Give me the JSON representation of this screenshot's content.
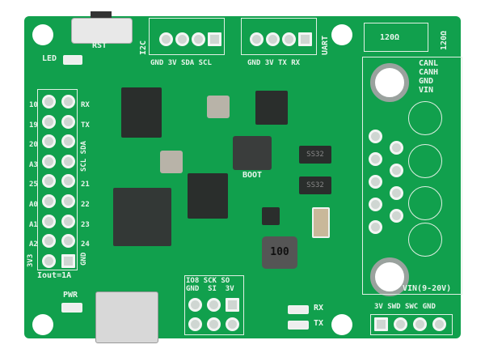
{
  "board": {
    "color": "#11a04d",
    "silkscreen_color": "#e9f5ec"
  },
  "labels": {
    "rst": "RST",
    "led": "LED",
    "i2c": "I2C",
    "uart": "UART",
    "i2c_pins": [
      "GND",
      "3V",
      "SDA",
      "SCL"
    ],
    "uart_pins": [
      "GND",
      "3V",
      "TX",
      "RX"
    ],
    "res120": "120Ω",
    "res120_side": "120Ω",
    "can_pins": [
      "CANL",
      "CANH",
      "GND",
      "VIN"
    ],
    "left_pins": [
      "10",
      "19",
      "20",
      "A3",
      "25",
      "A0",
      "A1",
      "A2",
      "3V3"
    ],
    "right_pins": [
      "RX",
      "TX",
      "",
      "",
      "21",
      "22",
      "23",
      "24"
    ],
    "scl_sda": "SCL SDA",
    "gnd_vert": "GND",
    "iout": "Iout=1A",
    "pwr": "PWR",
    "boot": "BOOT",
    "diode1": "SS32",
    "diode2": "SS32",
    "inductor": "100",
    "spi_row1": [
      "IO8",
      "SCK",
      "SO"
    ],
    "spi_row2": [
      "GND",
      "SI",
      "3V"
    ],
    "rx": "RX",
    "tx": "TX",
    "swd_pins": [
      "3V",
      "SWD",
      "SWC",
      "GND"
    ],
    "vin": "VIN(9-20V)"
  }
}
